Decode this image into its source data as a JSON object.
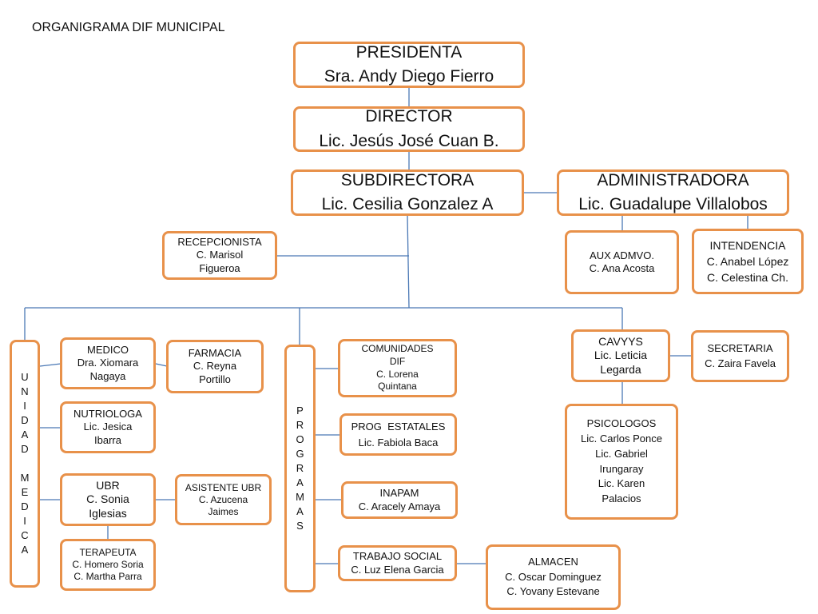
{
  "title": "ORGANIGRAMA DIF MUNICIPAL",
  "nodes": {
    "presidenta": {
      "role": "PRESIDENTA",
      "name": "Sra. Andy Diego Fierro"
    },
    "director": {
      "role": "DIRECTOR",
      "name": "Lic. Jesús José Cuan B."
    },
    "subdirectora": {
      "role": "SUBDIRECTORA",
      "name": "Lic. Cesilia Gonzalez A"
    },
    "administradora": {
      "role": "ADMINISTRADORA",
      "name": "Lic. Guadalupe Villalobos"
    },
    "recepcionista": {
      "role": "RECEPCIONISTA",
      "line1": "C. Marisol",
      "line2": "Figueroa"
    },
    "aux_admvo": {
      "role": "AUX ADMVO.",
      "name": "C. Ana Acosta"
    },
    "intendencia": {
      "role": "INTENDENCIA",
      "line1": "C. Anabel López",
      "line2": "C. Celestina Ch."
    },
    "unidad_medica": {
      "label": "U\nN\nI\nD\nA\nD\n\nM\nE\nD\nI\nC\nA"
    },
    "medico": {
      "role": "MEDICO",
      "line1": "Dra. Xiomara",
      "line2": "Nagaya"
    },
    "farmacia": {
      "role": "FARMACIA",
      "line1": "C. Reyna",
      "line2": "Portillo"
    },
    "nutriologa": {
      "role": "NUTRIOLOGA",
      "line1": "Lic. Jesica",
      "line2": "Ibarra"
    },
    "ubr": {
      "role": "UBR",
      "line1": "C. Sonia",
      "line2": "Iglesias"
    },
    "asistente_ubr": {
      "role": "ASISTENTE UBR",
      "line1": "C. Azucena",
      "line2": "Jaimes"
    },
    "terapeuta": {
      "role": "TERAPEUTA",
      "line1": "C. Homero Soria",
      "line2": "C. Martha Parra"
    },
    "programas": {
      "label": "P\nR\nO\nG\nR\nA\nM\nA\nS"
    },
    "comunidades": {
      "role": "COMUNIDADES",
      "line1": "DIF",
      "line2": "C. Lorena",
      "line3": "Quintana"
    },
    "prog_estatales": {
      "role": "PROG  ESTATALES",
      "name": "Lic. Fabiola Baca"
    },
    "inapam": {
      "role": "INAPAM",
      "name": "C. Aracely Amaya"
    },
    "trabajo_social": {
      "role": "TRABAJO SOCIAL",
      "name": "C. Luz Elena Garcia"
    },
    "almacen": {
      "role": "ALMACEN",
      "line1": "C. Oscar Dominguez",
      "line2": "C. Yovany Estevane"
    },
    "cavyys": {
      "role": "CAVYYS",
      "line1": "Lic. Leticia",
      "line2": "Legarda"
    },
    "secretaria": {
      "role": "SECRETARIA",
      "name": "C. Zaira Favela"
    },
    "psicologos": {
      "role": "PSICOLOGOS",
      "line1": "Lic. Carlos Ponce",
      "line2": "Lic. Gabriel",
      "line3": "Irungaray",
      "line4": "Lic. Karen",
      "line5": "Palacios"
    }
  },
  "colors": {
    "box_border": "#E8914A",
    "connector": "#4A78B5"
  }
}
